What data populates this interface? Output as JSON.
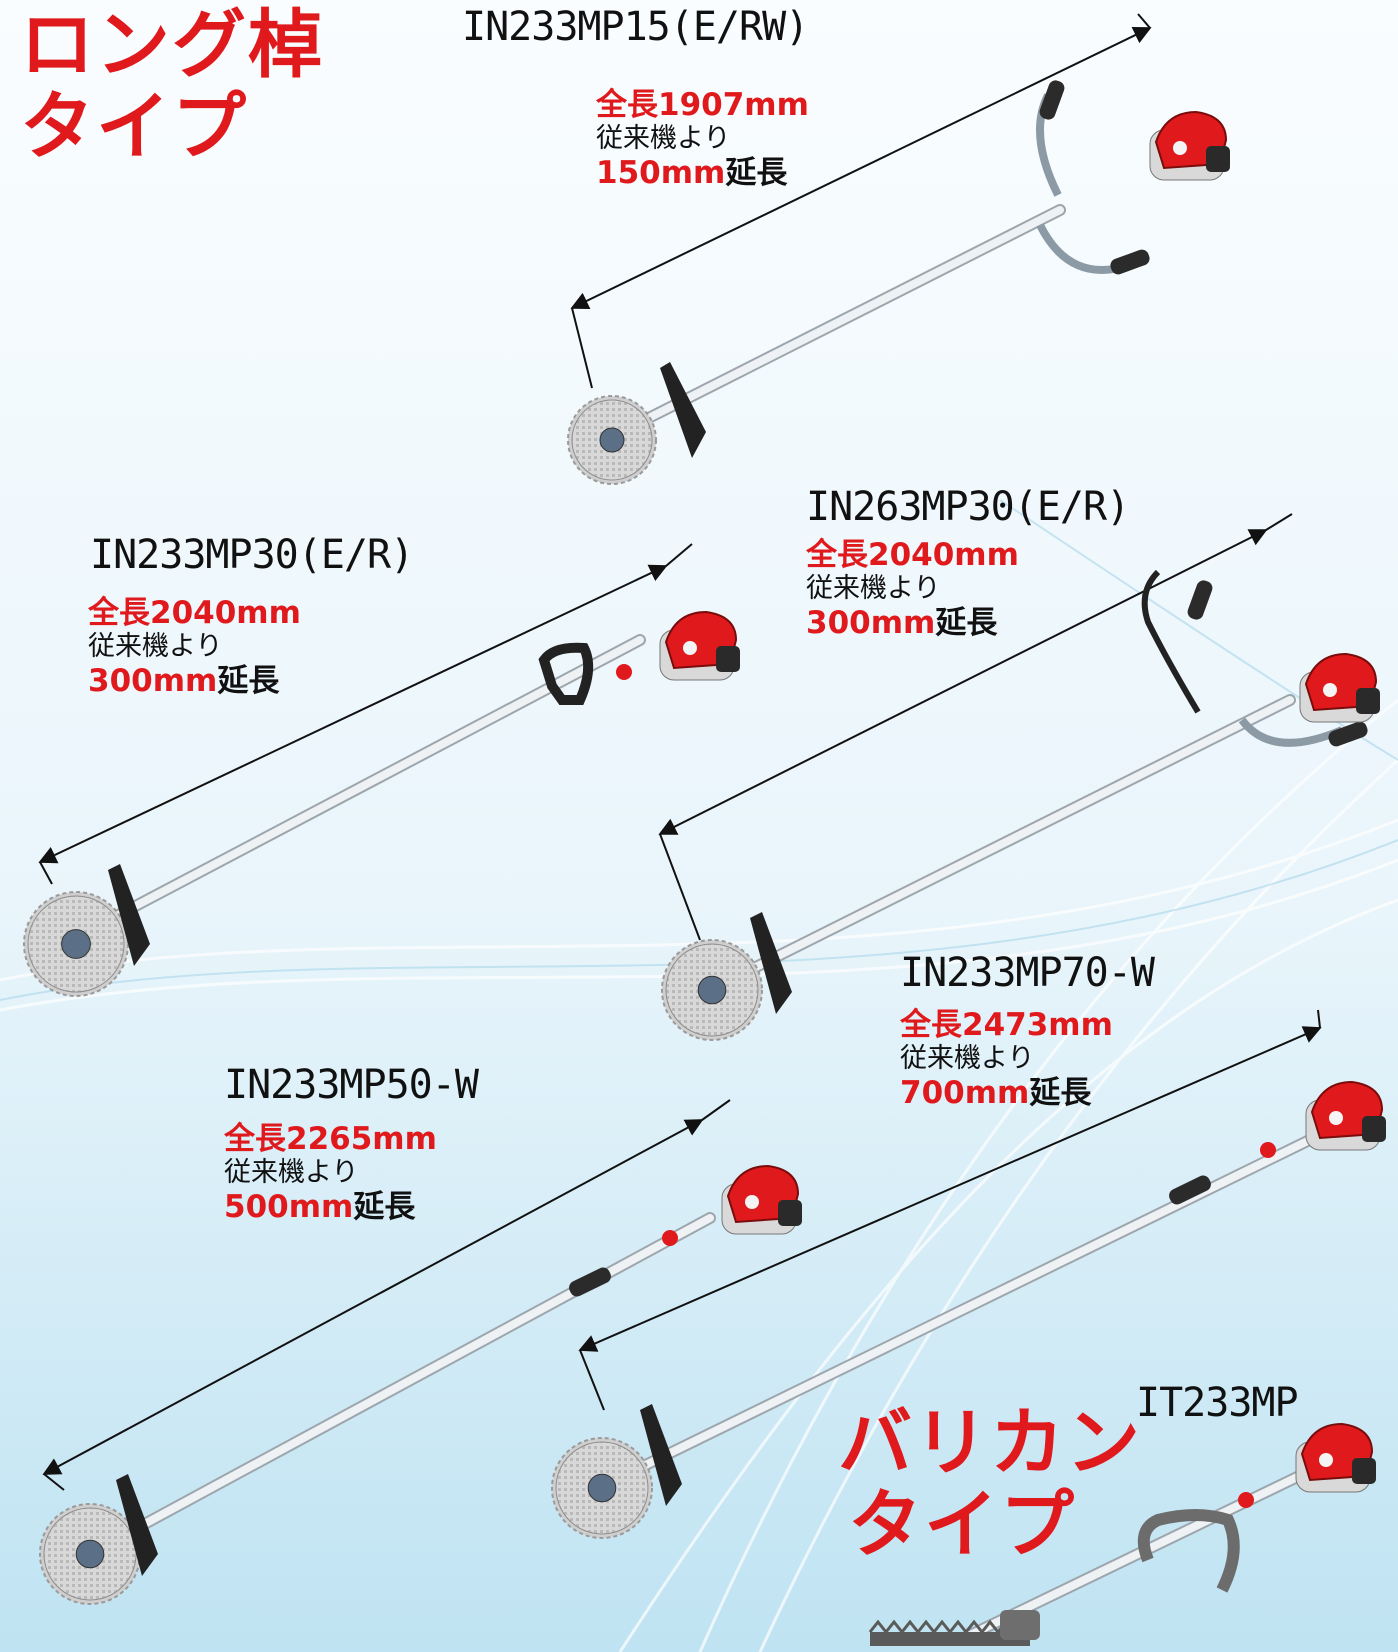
{
  "headings": {
    "long_pole": [
      "ロング棹",
      "タイプ"
    ],
    "hedge_trimmer": [
      "バリカン",
      "タイプ"
    ]
  },
  "colors": {
    "accent": "#e0191d",
    "text": "#111111",
    "background": "#dff1f8"
  },
  "products": [
    {
      "model": "IN233MP15(E/RW)",
      "length": "全長1907mm",
      "compare": "従来機より",
      "extension_value": "150mm",
      "extension_word": "延長"
    },
    {
      "model": "IN233MP30(E/R)",
      "length": "全長2040mm",
      "compare": "従来機より",
      "extension_value": "300mm",
      "extension_word": "延長"
    },
    {
      "model": "IN263MP30(E/R)",
      "length": "全長2040mm",
      "compare": "従来機より",
      "extension_value": "300mm",
      "extension_word": "延長"
    },
    {
      "model": "IN233MP70-W",
      "length": "全長2473mm",
      "compare": "従来機より",
      "extension_value": "700mm",
      "extension_word": "延長"
    },
    {
      "model": "IN233MP50-W",
      "length": "全長2265mm",
      "compare": "従来機より",
      "extension_value": "500mm",
      "extension_word": "延長"
    },
    {
      "model": "IT233MP"
    }
  ]
}
